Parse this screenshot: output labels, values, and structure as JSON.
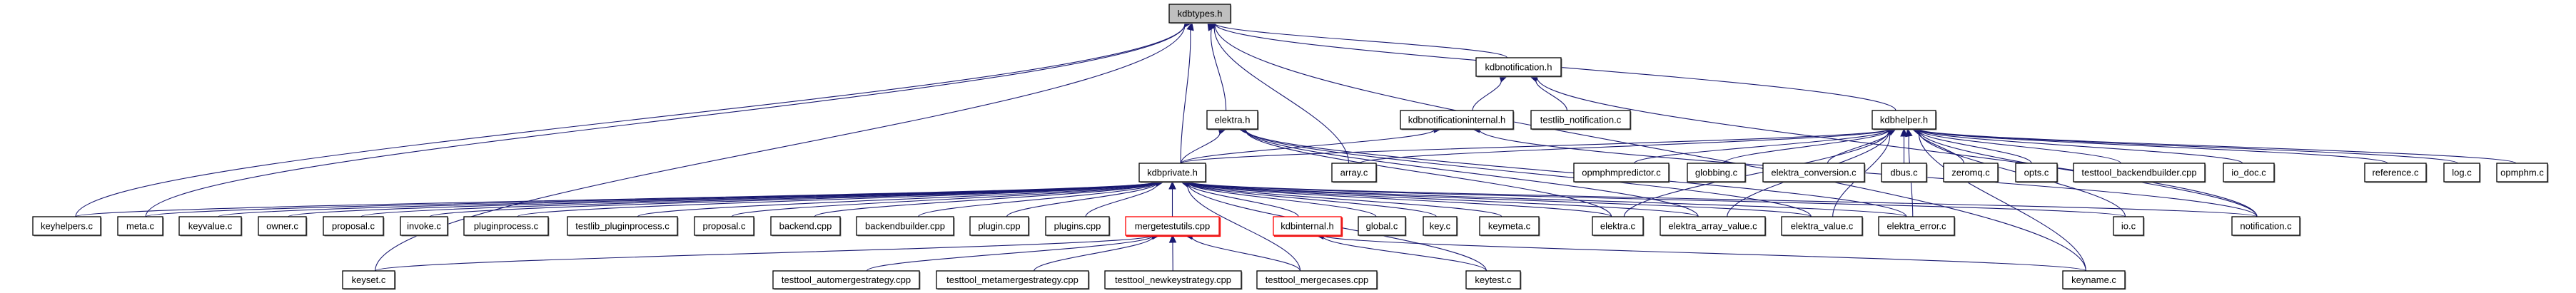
{
  "diagram": {
    "title": "kdbtypes.h include dependency graph",
    "colors": {
      "edge": "#191970",
      "root_fill": "#bfbfbf",
      "node_border": "#000000",
      "truncated_border": "#ff0000"
    },
    "nodes": [
      {
        "id": "kdbtypes_h",
        "label": "kdbtypes.h",
        "kind": "root"
      },
      {
        "id": "kdbnotification_h",
        "label": "kdbnotification.h",
        "kind": "normal"
      },
      {
        "id": "elektra_h",
        "label": "elektra.h",
        "kind": "normal"
      },
      {
        "id": "kdbnotificationinternal_h",
        "label": "kdbnotificationinternal.h",
        "kind": "normal"
      },
      {
        "id": "testlib_notification_c",
        "label": "testlib_notification.c",
        "kind": "normal"
      },
      {
        "id": "kdbhelper_h",
        "label": "kdbhelper.h",
        "kind": "normal"
      },
      {
        "id": "kdbprivate_h",
        "label": "kdbprivate.h",
        "kind": "normal"
      },
      {
        "id": "array_c",
        "label": "array.c",
        "kind": "normal"
      },
      {
        "id": "opmphmpredictor_c",
        "label": "opmphmpredictor.c",
        "kind": "normal"
      },
      {
        "id": "globbing_c",
        "label": "globbing.c",
        "kind": "normal"
      },
      {
        "id": "elektra_conversion_c",
        "label": "elektra_conversion.c",
        "kind": "normal"
      },
      {
        "id": "dbus_c",
        "label": "dbus.c",
        "kind": "normal"
      },
      {
        "id": "zeromq_c",
        "label": "zeromq.c",
        "kind": "normal"
      },
      {
        "id": "opts_c",
        "label": "opts.c",
        "kind": "normal"
      },
      {
        "id": "testtool_backendbuilder_cpp",
        "label": "testtool_backendbuilder.cpp",
        "kind": "normal"
      },
      {
        "id": "io_doc_c",
        "label": "io_doc.c",
        "kind": "normal"
      },
      {
        "id": "reference_c",
        "label": "reference.c",
        "kind": "normal"
      },
      {
        "id": "log_c",
        "label": "log.c",
        "kind": "normal"
      },
      {
        "id": "opmphm_c",
        "label": "opmphm.c",
        "kind": "normal"
      },
      {
        "id": "keyhelpers_c",
        "label": "keyhelpers.c",
        "kind": "normal"
      },
      {
        "id": "meta_c",
        "label": "meta.c",
        "kind": "normal"
      },
      {
        "id": "keyvalue_c",
        "label": "keyvalue.c",
        "kind": "normal"
      },
      {
        "id": "owner_c",
        "label": "owner.c",
        "kind": "normal"
      },
      {
        "id": "proposal_c_1",
        "label": "proposal.c",
        "kind": "normal"
      },
      {
        "id": "invoke_c",
        "label": "invoke.c",
        "kind": "normal"
      },
      {
        "id": "pluginprocess_c",
        "label": "pluginprocess.c",
        "kind": "normal"
      },
      {
        "id": "testlib_pluginprocess_c",
        "label": "testlib_pluginprocess.c",
        "kind": "normal"
      },
      {
        "id": "proposal_c_2",
        "label": "proposal.c",
        "kind": "normal"
      },
      {
        "id": "backend_cpp",
        "label": "backend.cpp",
        "kind": "normal"
      },
      {
        "id": "backendbuilder_cpp",
        "label": "backendbuilder.cpp",
        "kind": "normal"
      },
      {
        "id": "plugin_cpp",
        "label": "plugin.cpp",
        "kind": "normal"
      },
      {
        "id": "plugins_cpp",
        "label": "plugins.cpp",
        "kind": "normal"
      },
      {
        "id": "mergetestutils_cpp",
        "label": "mergetestutils.cpp",
        "kind": "truncated"
      },
      {
        "id": "kdbinternal_h",
        "label": "kdbinternal.h",
        "kind": "truncated"
      },
      {
        "id": "global_c",
        "label": "global.c",
        "kind": "normal"
      },
      {
        "id": "key_c",
        "label": "key.c",
        "kind": "normal"
      },
      {
        "id": "keymeta_c",
        "label": "keymeta.c",
        "kind": "normal"
      },
      {
        "id": "elektra_c",
        "label": "elektra.c",
        "kind": "normal"
      },
      {
        "id": "elektra_array_value_c",
        "label": "elektra_array_value.c",
        "kind": "normal"
      },
      {
        "id": "elektra_value_c",
        "label": "elektra_value.c",
        "kind": "normal"
      },
      {
        "id": "elektra_error_c",
        "label": "elektra_error.c",
        "kind": "normal"
      },
      {
        "id": "io_c",
        "label": "io.c",
        "kind": "normal"
      },
      {
        "id": "notification_c",
        "label": "notification.c",
        "kind": "normal"
      },
      {
        "id": "keyset_c",
        "label": "keyset.c",
        "kind": "normal"
      },
      {
        "id": "testtool_automergestrategy_cpp",
        "label": "testtool_automergestrategy.cpp",
        "kind": "normal"
      },
      {
        "id": "testtool_metamergestrategy_cpp",
        "label": "testtool_metamergestrategy.cpp",
        "kind": "normal"
      },
      {
        "id": "testtool_newkeystrategy_cpp",
        "label": "testtool_newkeystrategy.cpp",
        "kind": "normal"
      },
      {
        "id": "testtool_mergecases_cpp",
        "label": "testtool_mergecases.cpp",
        "kind": "normal"
      },
      {
        "id": "keytest_c",
        "label": "keytest.c",
        "kind": "normal"
      },
      {
        "id": "keyname_c",
        "label": "keyname.c",
        "kind": "normal"
      }
    ],
    "edges": [
      [
        "kdbnotification_h",
        "kdbtypes_h"
      ],
      [
        "elektra_h",
        "kdbtypes_h"
      ],
      [
        "kdbhelper_h",
        "kdbtypes_h"
      ],
      [
        "kdbprivate_h",
        "kdbtypes_h"
      ],
      [
        "array_c",
        "kdbtypes_h"
      ],
      [
        "keyhelpers_c",
        "kdbtypes_h"
      ],
      [
        "meta_c",
        "kdbtypes_h"
      ],
      [
        "keyset_c",
        "kdbtypes_h"
      ],
      [
        "keyname_c",
        "kdbtypes_h"
      ],
      [
        "kdbnotificationinternal_h",
        "kdbnotification_h"
      ],
      [
        "testlib_notification_c",
        "kdbnotification_h"
      ],
      [
        "notification_c",
        "kdbnotification_h"
      ],
      [
        "kdbprivate_h",
        "elektra_h"
      ],
      [
        "elektra_c",
        "elektra_h"
      ],
      [
        "elektra_array_value_c",
        "elektra_h"
      ],
      [
        "elektra_value_c",
        "elektra_h"
      ],
      [
        "elektra_error_c",
        "elektra_h"
      ],
      [
        "kdbprivate_h",
        "kdbnotificationinternal_h"
      ],
      [
        "notification_c",
        "kdbnotificationinternal_h"
      ],
      [
        "kdbprivate_h",
        "kdbhelper_h"
      ],
      [
        "array_c",
        "kdbhelper_h"
      ],
      [
        "opmphmpredictor_c",
        "kdbhelper_h"
      ],
      [
        "globbing_c",
        "kdbhelper_h"
      ],
      [
        "elektra_conversion_c",
        "kdbhelper_h"
      ],
      [
        "dbus_c",
        "kdbhelper_h"
      ],
      [
        "zeromq_c",
        "kdbhelper_h"
      ],
      [
        "opts_c",
        "kdbhelper_h"
      ],
      [
        "testtool_backendbuilder_cpp",
        "kdbhelper_h"
      ],
      [
        "io_doc_c",
        "kdbhelper_h"
      ],
      [
        "reference_c",
        "kdbhelper_h"
      ],
      [
        "log_c",
        "kdbhelper_h"
      ],
      [
        "opmphm_c",
        "kdbhelper_h"
      ],
      [
        "elektra_c",
        "kdbhelper_h"
      ],
      [
        "elektra_array_value_c",
        "kdbhelper_h"
      ],
      [
        "elektra_value_c",
        "kdbhelper_h"
      ],
      [
        "elektra_error_c",
        "kdbhelper_h"
      ],
      [
        "io_c",
        "kdbhelper_h"
      ],
      [
        "notification_c",
        "kdbhelper_h"
      ],
      [
        "keyname_c",
        "kdbhelper_h"
      ],
      [
        "keyhelpers_c",
        "kdbprivate_h"
      ],
      [
        "meta_c",
        "kdbprivate_h"
      ],
      [
        "keyvalue_c",
        "kdbprivate_h"
      ],
      [
        "owner_c",
        "kdbprivate_h"
      ],
      [
        "proposal_c_1",
        "kdbprivate_h"
      ],
      [
        "invoke_c",
        "kdbprivate_h"
      ],
      [
        "pluginprocess_c",
        "kdbprivate_h"
      ],
      [
        "testlib_pluginprocess_c",
        "kdbprivate_h"
      ],
      [
        "proposal_c_2",
        "kdbprivate_h"
      ],
      [
        "backend_cpp",
        "kdbprivate_h"
      ],
      [
        "backendbuilder_cpp",
        "kdbprivate_h"
      ],
      [
        "plugin_cpp",
        "kdbprivate_h"
      ],
      [
        "plugins_cpp",
        "kdbprivate_h"
      ],
      [
        "mergetestutils_cpp",
        "kdbprivate_h"
      ],
      [
        "kdbinternal_h",
        "kdbprivate_h"
      ],
      [
        "global_c",
        "kdbprivate_h"
      ],
      [
        "key_c",
        "kdbprivate_h"
      ],
      [
        "keymeta_c",
        "kdbprivate_h"
      ],
      [
        "elektra_c",
        "kdbprivate_h"
      ],
      [
        "elektra_array_value_c",
        "kdbprivate_h"
      ],
      [
        "elektra_value_c",
        "kdbprivate_h"
      ],
      [
        "elektra_error_c",
        "kdbprivate_h"
      ],
      [
        "io_c",
        "kdbprivate_h"
      ],
      [
        "notification_c",
        "kdbprivate_h"
      ],
      [
        "testtool_mergecases_cpp",
        "kdbprivate_h"
      ],
      [
        "keytest_c",
        "kdbprivate_h"
      ],
      [
        "testtool_automergestrategy_cpp",
        "mergetestutils_cpp"
      ],
      [
        "testtool_metamergestrategy_cpp",
        "mergetestutils_cpp"
      ],
      [
        "testtool_newkeystrategy_cpp",
        "mergetestutils_cpp"
      ],
      [
        "testtool_mergecases_cpp",
        "mergetestutils_cpp"
      ],
      [
        "keyset_c",
        "mergetestutils_cpp"
      ],
      [
        "keytest_c",
        "kdbinternal_h"
      ],
      [
        "keyname_c",
        "kdbinternal_h"
      ]
    ]
  }
}
